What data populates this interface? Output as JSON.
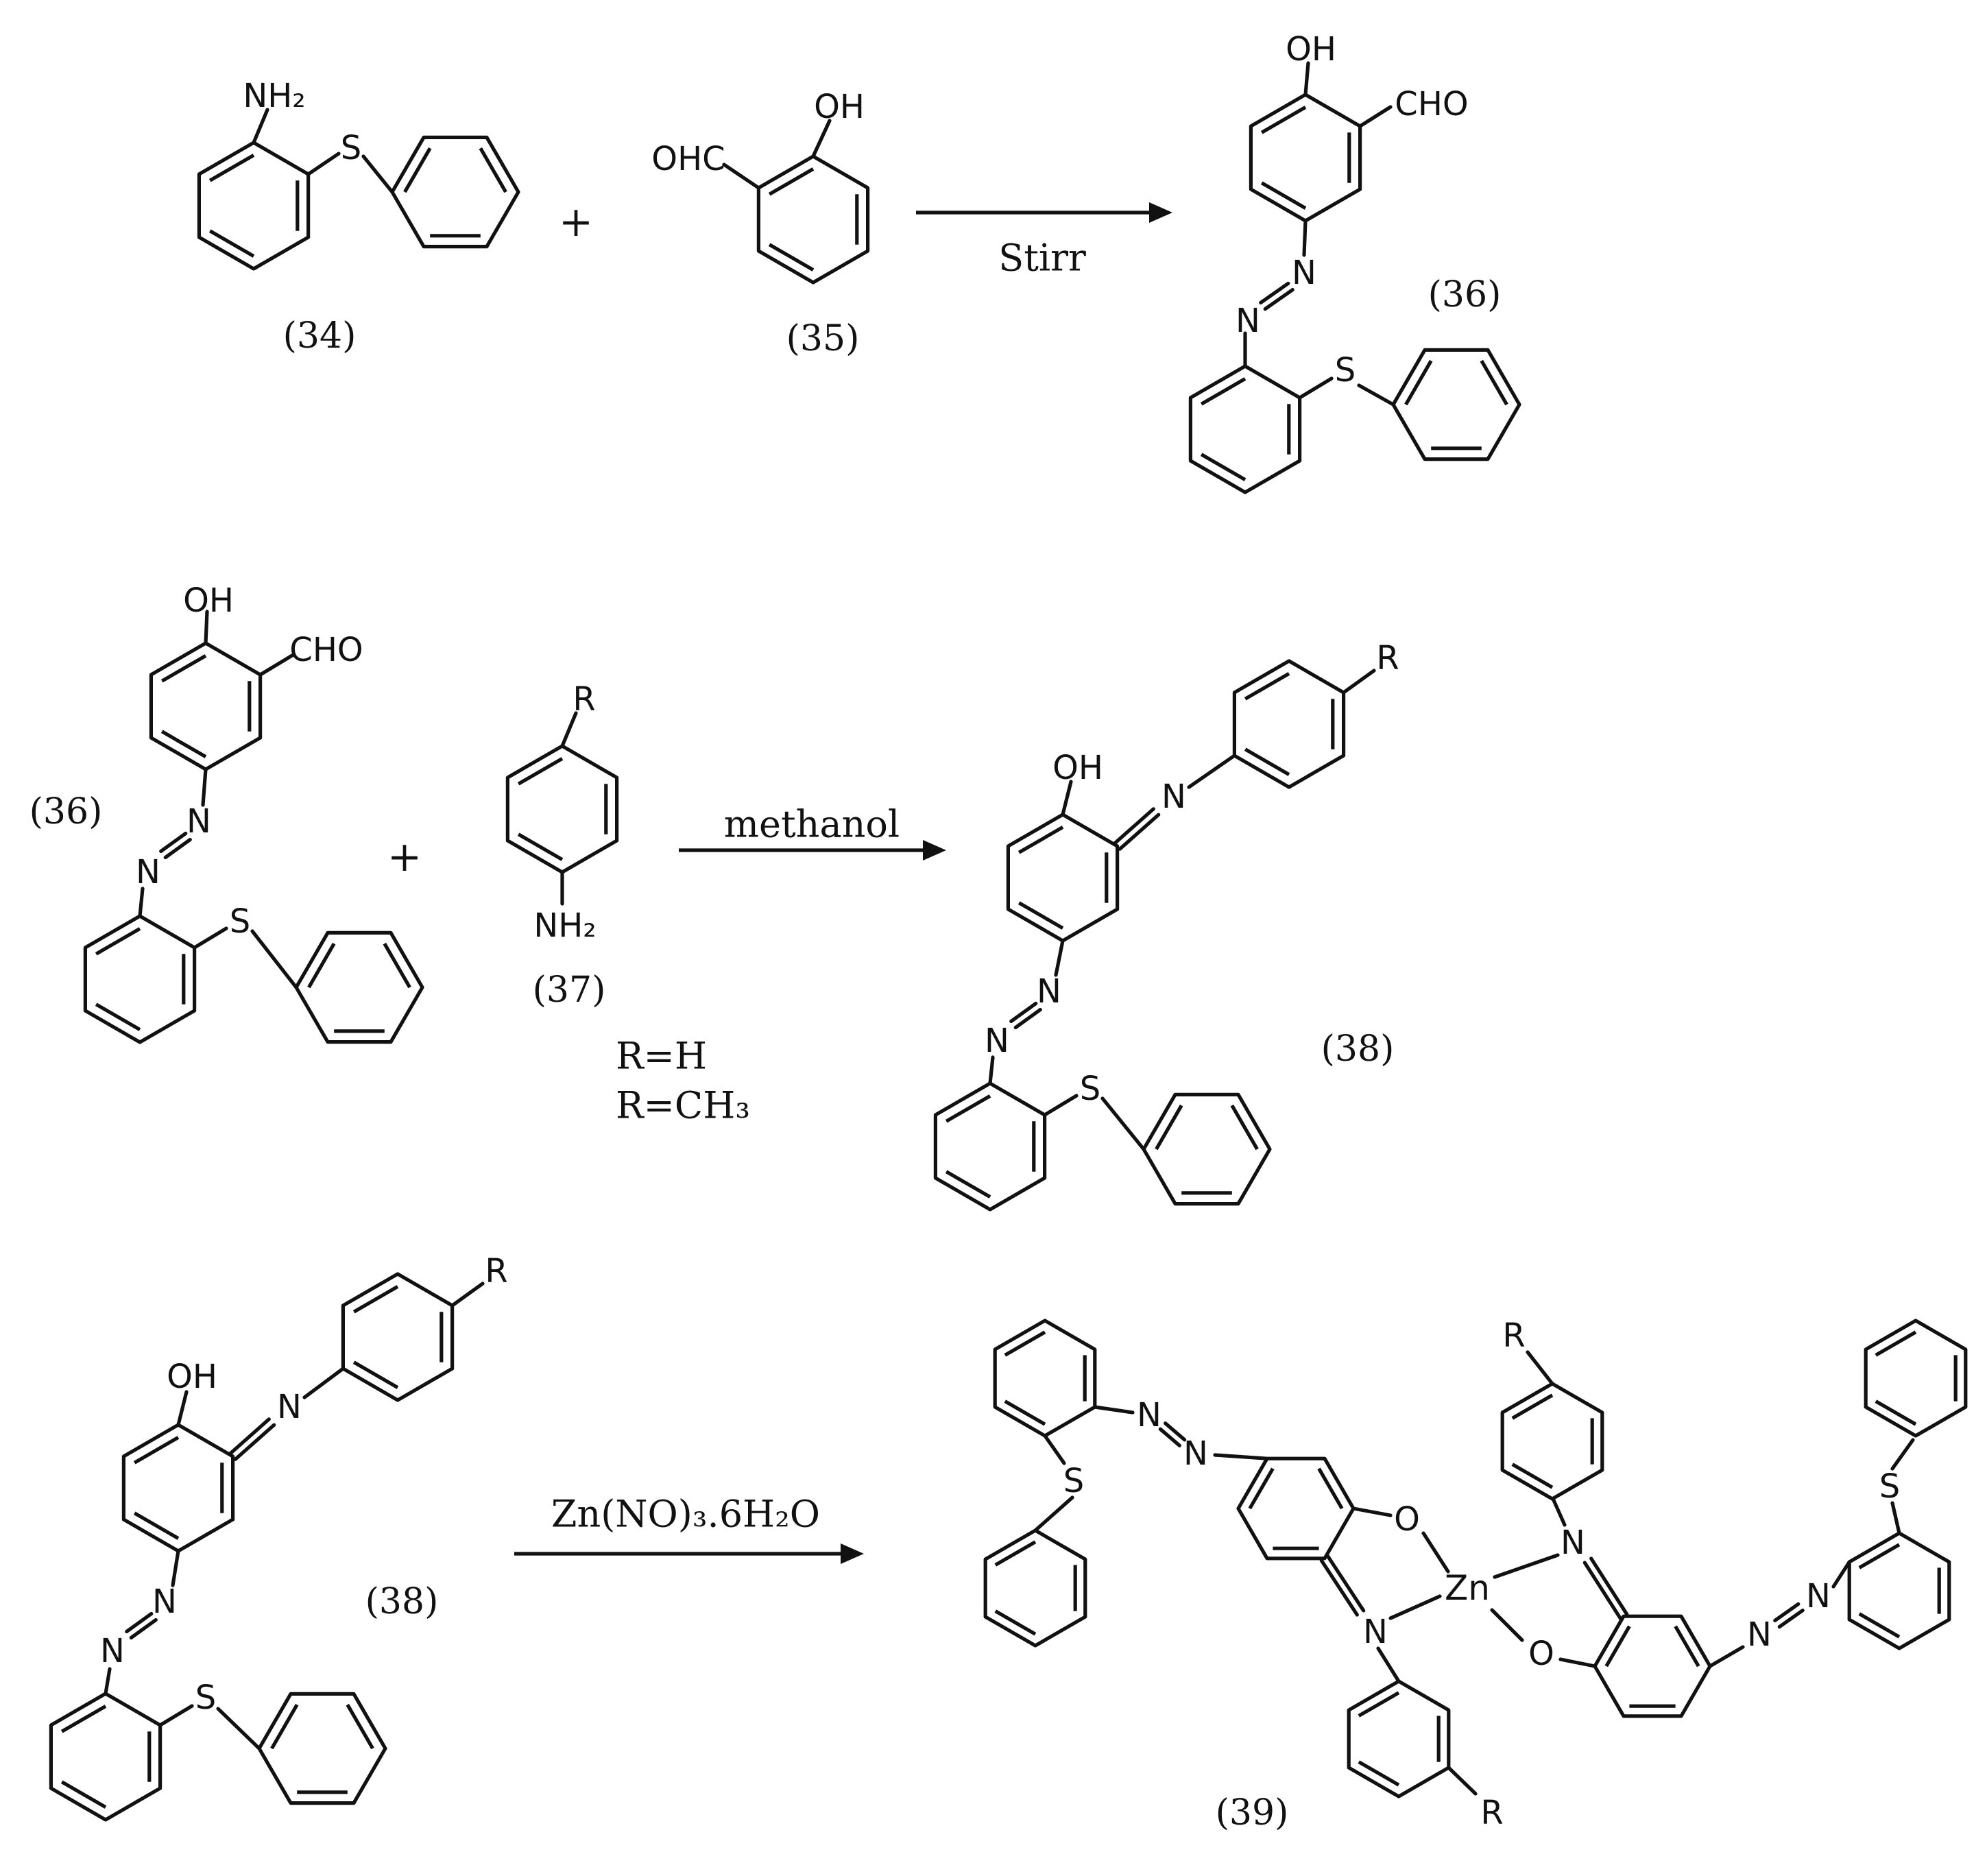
{
  "atoms": {
    "NH2": "NH₂",
    "S": "S",
    "OH": "OH",
    "OHC": "OHC",
    "CHO": "CHO",
    "N": "N",
    "R": "R",
    "O": "O",
    "Zn": "Zn"
  },
  "compounds": {
    "c34": "(34)",
    "c35": "(35)",
    "c36": "(36)",
    "c37": "(37)",
    "c38": "(38)",
    "c39": "(39)"
  },
  "reagents": {
    "step1": "Stirr",
    "step2": "methanol",
    "step3": "Zn(NO)₃.6H₂O"
  },
  "conditions": {
    "r_h": "R=H",
    "r_ch3": "R=CH₃"
  },
  "operators": {
    "plus": "+"
  },
  "colors": {
    "ink": "#111111",
    "background": "#ffffff"
  }
}
